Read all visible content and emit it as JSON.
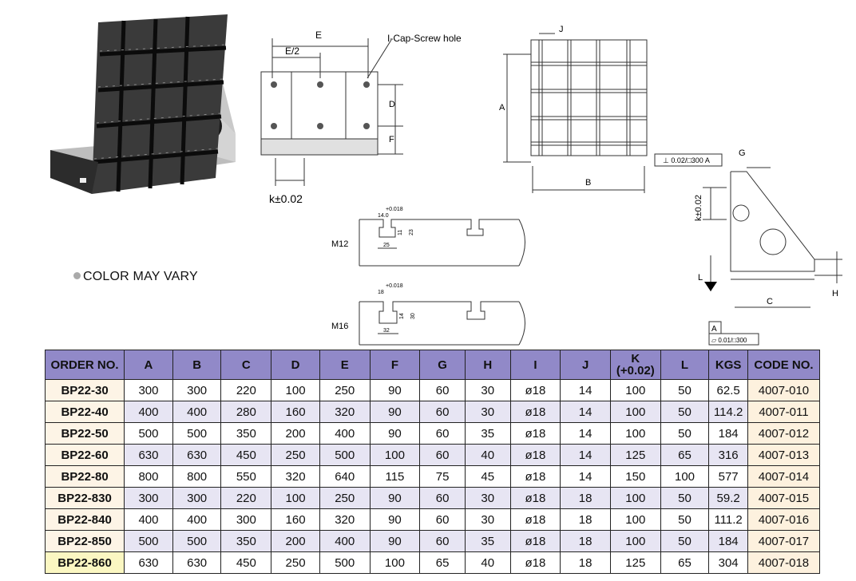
{
  "note": "COLOR MAY VARY",
  "diagrams": {
    "front": {
      "e": "E",
      "e_half": "E/2",
      "hole": "I-Cap-Screw hole",
      "d": "D",
      "f": "F",
      "k": "k±0.02"
    },
    "plan": {
      "j": "J",
      "a": "A",
      "b": "B"
    },
    "side": {
      "g": "G",
      "tol_top": "⊥ 0.02/□300 A",
      "k": "k±0.02",
      "l": "L",
      "h": "H",
      "c": "C",
      "datum": "A",
      "tol_bottom": "▱ 0.01/□300"
    },
    "m12": {
      "label": "M12",
      "tol": "+0.018",
      "w1": "14.0",
      "d1": "11",
      "d2": "23",
      "w2": "25"
    },
    "m16": {
      "label": "M16",
      "tol": "+0.018",
      "w1": "18",
      "d1": "14",
      "d2": "30",
      "w2": "32"
    }
  },
  "table": {
    "headers": [
      "ORDER NO.",
      "A",
      "B",
      "C",
      "D",
      "E",
      "F",
      "G",
      "H",
      "I",
      "J",
      "K",
      "KGS",
      "CODE NO."
    ],
    "k_sub": "(+0.02)",
    "l_header": "L",
    "rows": [
      [
        "BP22-30",
        "300",
        "300",
        "220",
        "100",
        "250",
        "90",
        "60",
        "30",
        "ø18",
        "14",
        "100",
        "50",
        "62.5",
        "4007-010"
      ],
      [
        "BP22-40",
        "400",
        "400",
        "280",
        "160",
        "320",
        "90",
        "60",
        "30",
        "ø18",
        "14",
        "100",
        "50",
        "114.2",
        "4007-011"
      ],
      [
        "BP22-50",
        "500",
        "500",
        "350",
        "200",
        "400",
        "90",
        "60",
        "35",
        "ø18",
        "14",
        "100",
        "50",
        "184",
        "4007-012"
      ],
      [
        "BP22-60",
        "630",
        "630",
        "450",
        "250",
        "500",
        "100",
        "60",
        "40",
        "ø18",
        "14",
        "125",
        "65",
        "316",
        "4007-013"
      ],
      [
        "BP22-80",
        "800",
        "800",
        "550",
        "320",
        "640",
        "115",
        "75",
        "45",
        "ø18",
        "14",
        "150",
        "100",
        "577",
        "4007-014"
      ],
      [
        "BP22-830",
        "300",
        "300",
        "220",
        "100",
        "250",
        "90",
        "60",
        "30",
        "ø18",
        "18",
        "100",
        "50",
        "59.2",
        "4007-015"
      ],
      [
        "BP22-840",
        "400",
        "400",
        "300",
        "160",
        "320",
        "90",
        "60",
        "30",
        "ø18",
        "18",
        "100",
        "50",
        "111.2",
        "4007-016"
      ],
      [
        "BP22-850",
        "500",
        "500",
        "350",
        "200",
        "400",
        "90",
        "60",
        "35",
        "ø18",
        "18",
        "100",
        "50",
        "184",
        "4007-017"
      ],
      [
        "BP22-860",
        "630",
        "630",
        "450",
        "250",
        "500",
        "100",
        "65",
        "40",
        "ø18",
        "18",
        "125",
        "65",
        "304",
        "4007-018"
      ]
    ]
  }
}
